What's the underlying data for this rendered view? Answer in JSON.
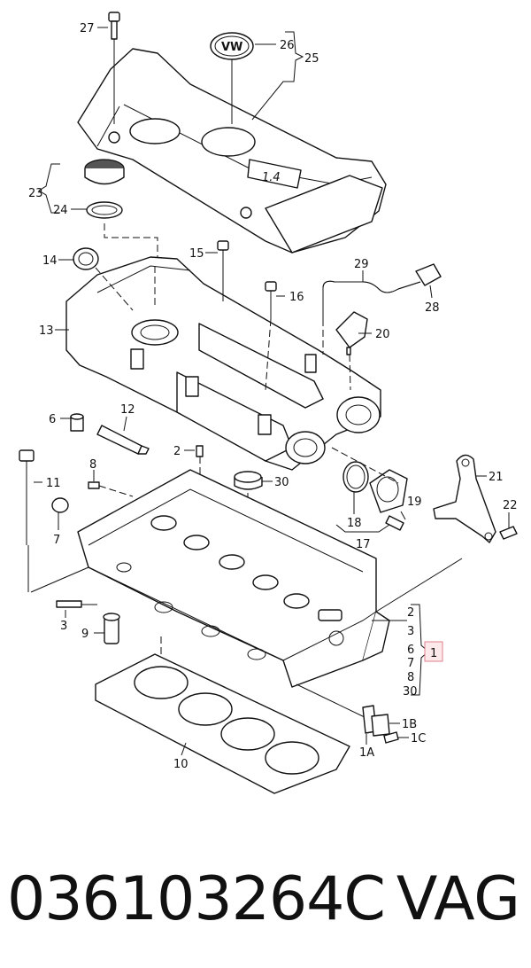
{
  "diagram": {
    "callouts": {
      "c1": "1",
      "c1A": "1A",
      "c1B": "1B",
      "c1C": "1C",
      "c2a": "2",
      "c2b": "2",
      "c3a": "3",
      "c3b": "3",
      "c6a": "6",
      "c6b": "6",
      "c7a": "7",
      "c7b": "7",
      "c8a": "8",
      "c8b": "8",
      "c9": "9",
      "c10": "10",
      "c11": "11",
      "c12": "12",
      "c13": "13",
      "c14": "14",
      "c15": "15",
      "c16": "16",
      "c17": "17",
      "c18": "18",
      "c19": "19",
      "c20": "20",
      "c21": "21",
      "c22": "22",
      "c23": "23",
      "c24": "24",
      "c25": "25",
      "c26": "26",
      "c27": "27",
      "c28": "28",
      "c29": "29",
      "c30a": "30",
      "c30b": "30"
    },
    "cover_badge": "1.4",
    "logo_text": "VW"
  },
  "footer": {
    "part_number": "036103264C",
    "brand": "VAG"
  },
  "colors": {
    "highlight_fill": "#fde8ea",
    "highlight_stroke": "#e0808c",
    "ink": "#111111"
  }
}
